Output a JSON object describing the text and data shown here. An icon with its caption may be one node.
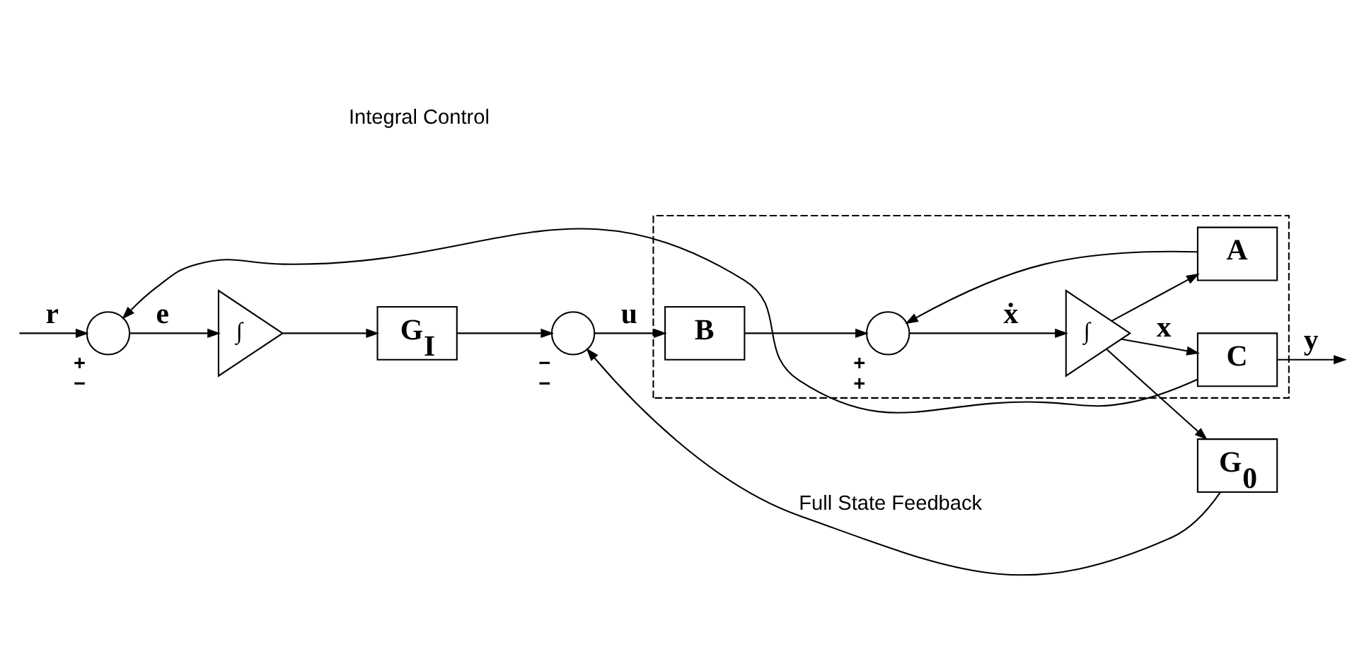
{
  "diagram": {
    "nodes": [
      {
        "text": [],
        "shape": "box"
      },
      {
        "text": [],
        "shape": "circle",
        "beside": [
          "+",
          "−"
        ]
      },
      {
        "text": [
          "∫"
        ]
      },
      {
        "text": [
          "G$_{I}$"
        ]
      },
      {
        "text": [],
        "shape": "circle",
        "beside": [
          "−",
          "−"
        ]
      },
      {
        "text": [
          "B"
        ],
        "in": 0
      },
      {
        "text": [],
        "shape": "circle",
        "in": 0,
        "beside": [
          "+",
          "+"
        ]
      },
      {
        "text": [
          "∫"
        ],
        "in": 0
      },
      {
        "text": [
          "C"
        ],
        "in": 0
      },
      {
        "text": [
          "A"
        ],
        "in": 0
      },
      {
        "text": [
          "G$_{0}$"
        ]
      }
    ],
    "edges": [
      {
        "from": null,
        "to": 1,
        "arrow": "to",
        "label": "r"
      },
      {
        "from": 1,
        "to": 2,
        "arrow": "to",
        "label": "e"
      },
      {
        "from": 2,
        "to": 3,
        "arrow": "to"
      },
      {
        "from": 3,
        "to": 4,
        "arrow": "to"
      },
      {
        "from": 4,
        "to": 5,
        "arrow": "to",
        "label": "u"
      },
      {
        "from": 5,
        "to": 6,
        "arrow": "to"
      },
      {
        "from": 6,
        "to": 7,
        "arrow": "to",
        "label": "ẋ"
      },
      {
        "from": 7,
        "to": 8,
        "arrow": "to",
        "label": "x"
      },
      {
        "from": 8,
        "to": null,
        "arrow": "to",
        "label": "y"
      },
      {
        "from": 7,
        "to": 9,
        "arrow": "to"
      },
      {
        "from": 9,
        "to": 6,
        "arrow": "to"
      },
      {
        "from": 7,
        "to": 10,
        "arrow": "to"
      },
      {
        "from": 10,
        "to": 4,
        "arrow": "to",
        "label": "Full State Feedback"
      },
      {
        "from": 8,
        "to": 1,
        "arrow": "to"
      }
    ],
    "labels": [
      "Integral Control"
    ]
  }
}
